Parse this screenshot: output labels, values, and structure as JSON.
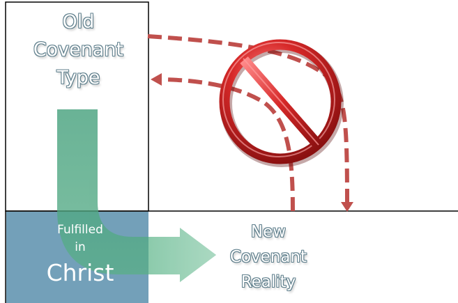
{
  "diagram": {
    "old_covenant": {
      "lines": [
        "Old",
        "Covenant",
        "Type"
      ]
    },
    "fulfilled": {
      "line1": "Fulfilled",
      "line2": "in",
      "christ": "Christ"
    },
    "new_covenant": {
      "lines": [
        "New",
        "Covenant",
        "Reality"
      ]
    },
    "colors": {
      "frame": "#000000",
      "arrow_green": "#3a9a72",
      "arrow_green_light": "#7fc6a2",
      "christ_box": "#5a8fad",
      "dashed_red": "#c0504d",
      "prohibition_red": "#d02a2a",
      "text_outline": "#5f7f8c"
    },
    "icons": {
      "prohibition": "prohibition-icon",
      "flow_arrow": "u-turn-arrow-icon"
    }
  }
}
